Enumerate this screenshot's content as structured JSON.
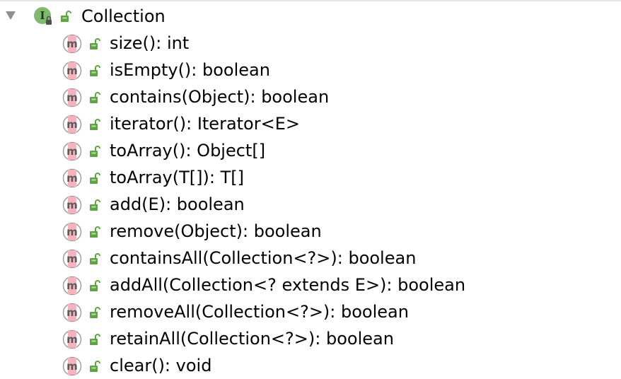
{
  "tree": {
    "root": {
      "label": "Collection",
      "icon": "interface-icon",
      "visibility_icon": "public-lock-icon",
      "expanded": true
    },
    "methods": [
      {
        "label": "size(): int"
      },
      {
        "label": "isEmpty(): boolean"
      },
      {
        "label": "contains(Object): boolean"
      },
      {
        "label": "iterator(): Iterator<E>"
      },
      {
        "label": "toArray(): Object[]"
      },
      {
        "label": "toArray(T[]): T[]"
      },
      {
        "label": "add(E): boolean"
      },
      {
        "label": "remove(Object): boolean"
      },
      {
        "label": "containsAll(Collection<?>): boolean"
      },
      {
        "label": "addAll(Collection<? extends E>): boolean"
      },
      {
        "label": "removeAll(Collection<?>): boolean"
      },
      {
        "label": "retainAll(Collection<?>): boolean"
      },
      {
        "label": "clear(): void"
      }
    ],
    "method_icon_glyph": "m",
    "interface_icon_glyph": "I"
  },
  "colors": {
    "interface_green": "#7fb96f",
    "method_pink": "#f7b3bd",
    "method_gray": "#9a9a9a",
    "lock_green": "#5ca63e",
    "toggle_gray": "#8f8f8f",
    "text": "#000000"
  }
}
